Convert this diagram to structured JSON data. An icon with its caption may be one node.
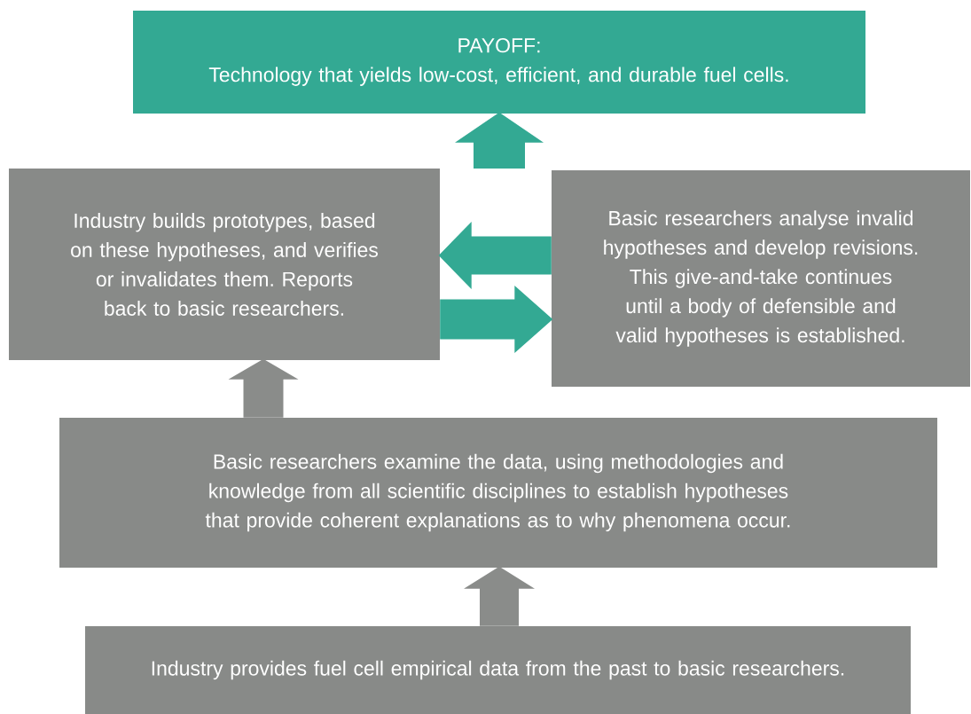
{
  "diagram": {
    "nodes": [
      {
        "text": [
          "PAYOFF:",
          "Technology that yields low-cost, efficient, and durable fuel cells."
        ]
      },
      {
        "text": [
          "Industry builds prototypes, based on these hypotheses, and verifies or invalidates them. Reports back to basic researchers."
        ]
      },
      {
        "text": [
          "Basic researchers analyse invalid hypotheses and develop revisions. This give-and-take continues until a body of defensible and valid hypotheses is established."
        ]
      },
      {
        "text": [
          "Basic researchers examine the data, using methodologies and knowledge from all scientific disciplines to establish hypotheses that provide coherent explanations as to why phenomena occur."
        ]
      },
      {
        "text": [
          "Industry provides fuel cell empirical data from the past to basic researchers."
        ]
      }
    ],
    "edges": [
      {
        "from": 4,
        "to": 3,
        "arrow": "to",
        "color": "#8a8c8a"
      },
      {
        "from": 3,
        "to": 1,
        "arrow": "to",
        "color": "#8a8c8a"
      },
      {
        "from": 1,
        "to": 2,
        "arrow": "to"
      },
      {
        "from": 2,
        "to": 1,
        "arrow": "to"
      },
      {
        "from": null,
        "to": 0,
        "arrow": "to"
      }
    ]
  }
}
